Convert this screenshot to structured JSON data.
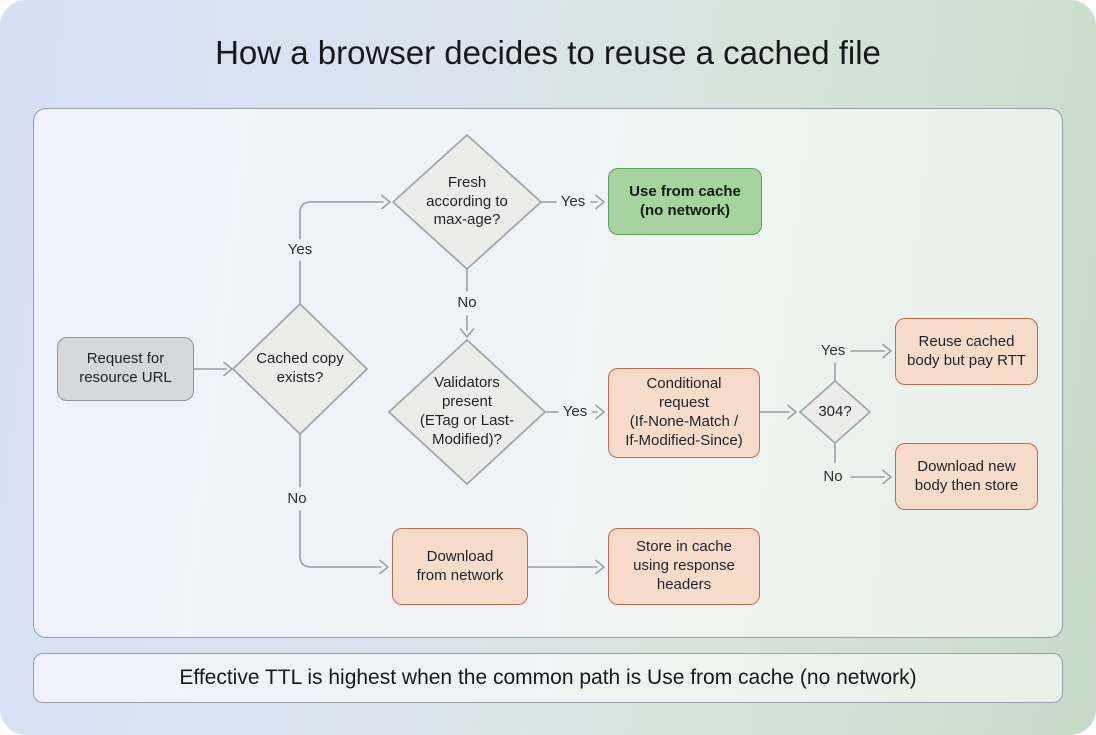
{
  "title": "How a browser decides to reuse a cached file",
  "footer_note": "Effective TTL is highest when the common path is Use from cache (no network)",
  "colors": {
    "background_left": "#d6e0f5",
    "background_right": "#c7dbc9",
    "panel_border": "#98a0a8",
    "edge": "#99a0a7",
    "decision_fill": "#ececeb",
    "start_fill": "#d5d7da",
    "start_border": "#8f969d",
    "success_fill": "#a6d3a0",
    "success_border": "#5f9f5c",
    "action_fill": "#f8dccb",
    "action_border": "#c2694a"
  },
  "flowchart": {
    "nodes": {
      "request": {
        "label": "Request for\nresource URL",
        "type": "start"
      },
      "cached_exists": {
        "label": "Cached copy\nexists?",
        "type": "decision"
      },
      "fresh": {
        "label": "Fresh\naccording to\nmax-age?",
        "type": "decision"
      },
      "use_cache": {
        "label": "Use from cache\n(no network)",
        "type": "success"
      },
      "validators": {
        "label": "Validators\npresent\n(ETag or Last-\nModified)?",
        "type": "decision"
      },
      "conditional": {
        "label": "Conditional\nrequest\n(If-None-Match /\nIf-Modified-Since)",
        "type": "action"
      },
      "status_304": {
        "label": "304?",
        "type": "decision"
      },
      "reuse_body": {
        "label": "Reuse cached\nbody but pay RTT",
        "type": "action"
      },
      "download_new": {
        "label": "Download new\nbody then store",
        "type": "action"
      },
      "download_network": {
        "label": "Download\nfrom network",
        "type": "action"
      },
      "store_cache": {
        "label": "Store in cache\nusing response\nheaders",
        "type": "action"
      }
    },
    "edge_labels": {
      "cached_to_fresh": "Yes",
      "fresh_to_use": "Yes",
      "fresh_to_validators": "No",
      "validators_to_conditional": "Yes",
      "s304_to_reuse": "Yes",
      "s304_to_download_new": "No",
      "cached_to_download_network": "No"
    }
  }
}
